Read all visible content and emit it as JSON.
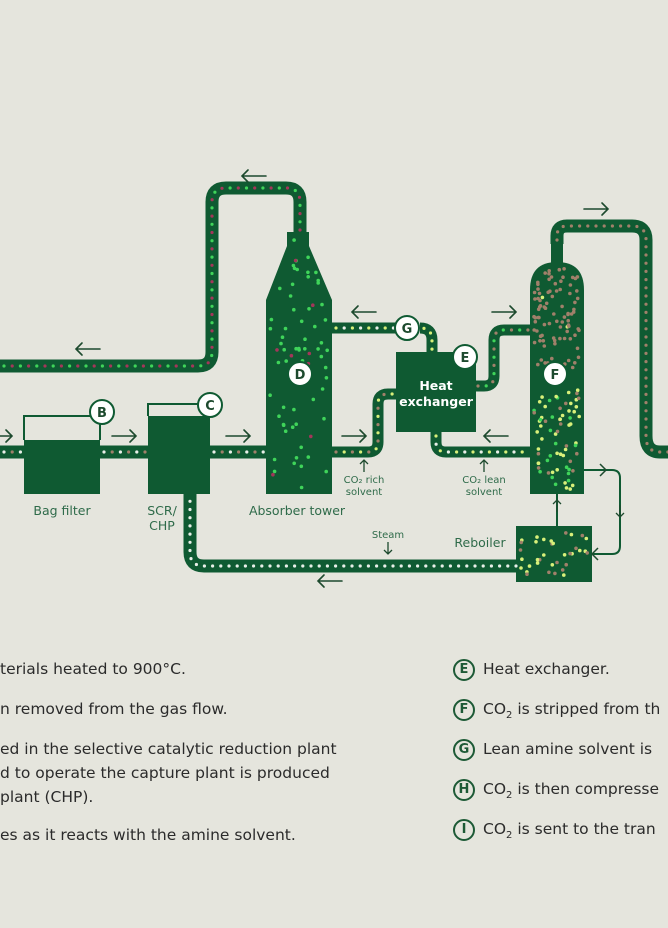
{
  "colors": {
    "background": "#e5e5dd",
    "equipment": "#0f5a32",
    "pipe": "#0f5a32",
    "dot_green": "#3fd45a",
    "dot_maroon": "#a3365a",
    "dot_brown": "#a0806a",
    "dot_lime": "#d8f07a",
    "dot_white": "#e8efe8",
    "arrow": "#1d4a2e",
    "label": "#2f6b4a",
    "text": "#2b2b2b"
  },
  "labels": {
    "bag_filter": "Bag filter",
    "scr_line1": "SCR/",
    "scr_line2": "CHP",
    "absorber": "Absorber tower",
    "heat_exchanger_line1": "Heat",
    "heat_exchanger_line2": "exchanger",
    "co2_rich_line1": "CO₂ rich",
    "co2_rich_line2": "solvent",
    "co2_lean_line1": "CO₂ lean",
    "co2_lean_line2": "solvent",
    "steam": "Steam",
    "reboiler": "Reboiler"
  },
  "markers": {
    "B": "B",
    "C": "C",
    "D": "D",
    "E": "E",
    "F": "F",
    "G": "G"
  },
  "legend_left": [
    {
      "text": "terials heated to 900°C."
    },
    {
      "text": "n removed from the gas flow."
    },
    {
      "text": "ed in the selective catalytic reduction plant"
    },
    {
      "text": "d to operate the capture plant is produced"
    },
    {
      "text": "plant (CHP)."
    },
    {
      "text": "es as it reacts with the amine solvent."
    }
  ],
  "legend_right": [
    {
      "badge": "E",
      "pre": "Heat exchanger.",
      "sub": "",
      "post": ""
    },
    {
      "badge": "F",
      "pre": "CO",
      "sub": "2",
      "post": " is stripped from th"
    },
    {
      "badge": "G",
      "pre": "Lean amine solvent is",
      "sub": "",
      "post": ""
    },
    {
      "badge": "H",
      "pre": "CO",
      "sub": "2",
      "post": " is then compresse"
    },
    {
      "badge": "I",
      "pre": "CO",
      "sub": "2",
      "post": " is sent to the tran"
    }
  ]
}
